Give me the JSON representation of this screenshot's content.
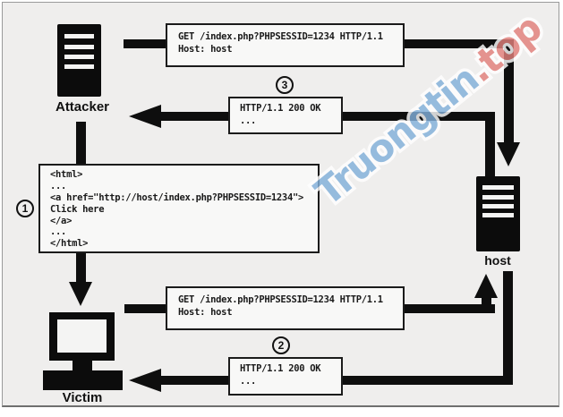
{
  "watermark": {
    "text_primary": "Truongtin",
    "text_secondary": ".top",
    "color_primary": "#82b0da",
    "color_secondary": "#e2807b"
  },
  "actors": {
    "attacker_label": "Attacker",
    "host_label": "host",
    "victim_label": "Victim"
  },
  "steps": {
    "one": "1",
    "two": "2",
    "three": "3"
  },
  "messages": {
    "attacker_request": {
      "line1": "GET /index.php?PHPSESSID=1234 HTTP/1.1",
      "line2": "Host: host"
    },
    "attacker_response": {
      "line1": "HTTP/1.1 200 OK",
      "line2": "..."
    },
    "victim_request": {
      "line1": "GET /index.php?PHPSESSID=1234 HTTP/1.1",
      "line2": "Host: host"
    },
    "victim_response": {
      "line1": "HTTP/1.1 200 OK",
      "line2": "..."
    }
  },
  "code_box": {
    "lines": [
      "<html>",
      "...",
      "<a href=\"http://host/index.php?PHPSESSID=1234\">",
      "Click here",
      "</a>",
      "...",
      "</html>"
    ]
  }
}
